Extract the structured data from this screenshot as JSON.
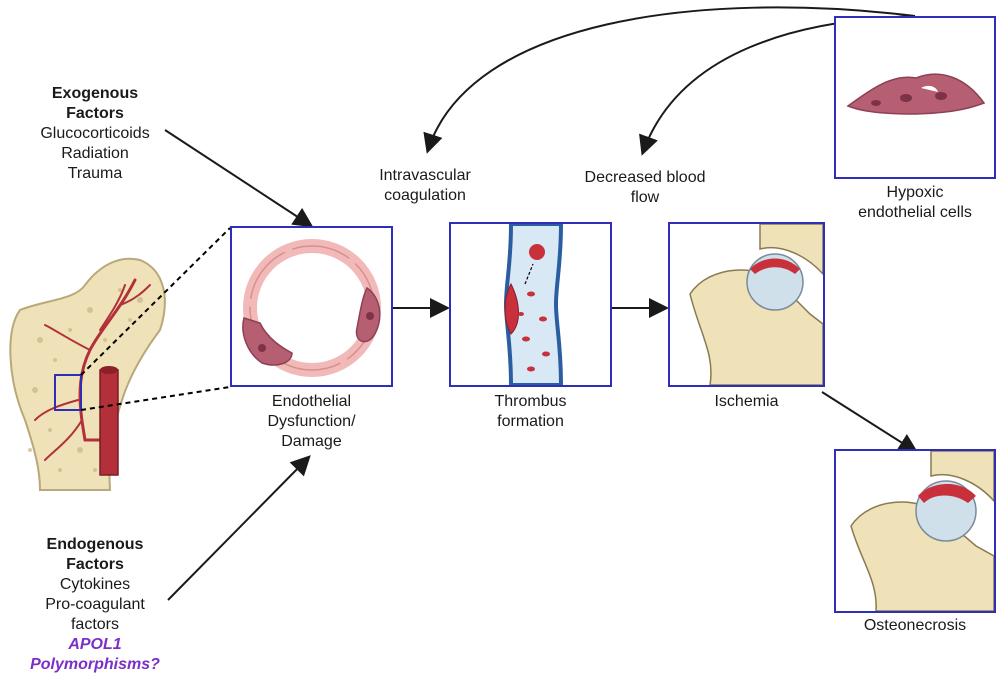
{
  "exogenous": {
    "title_line1": "Exogenous",
    "title_line2": "Factors",
    "items": [
      "Glucocorticoids",
      "Radiation",
      "Trauma"
    ]
  },
  "endogenous": {
    "title_line1": "Endogenous",
    "title_line2": "Factors",
    "items": [
      "Cytokines",
      "Pro-coagulant",
      "factors"
    ],
    "highlight_line1": "APOL1",
    "highlight_line2": "Polymorphisms?",
    "highlight_color": "#7b2fc9"
  },
  "stages": {
    "endothelial": [
      "Endothelial",
      "Dysfunction/",
      "Damage"
    ],
    "thrombus": [
      "Thrombus",
      "formation"
    ],
    "ischemia": [
      "Ischemia"
    ],
    "osteonecrosis": [
      "Osteonecrosis"
    ],
    "hypoxic": [
      "Hypoxic",
      "endothelial cells"
    ]
  },
  "feedback": {
    "intravascular": [
      "Intravascular",
      "coagulation"
    ],
    "decreased_flow": [
      "Decreased blood",
      "flow"
    ]
  },
  "colors": {
    "box_border": "#2e2eb8",
    "vessel_red": "#b3303a",
    "bone": "#efe2b8",
    "endothelium": "#f2b9b9",
    "damaged_cell": "#b65f73"
  }
}
